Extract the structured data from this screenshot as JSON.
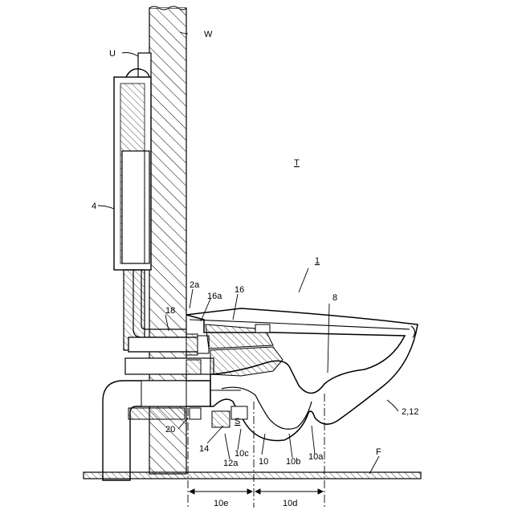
{
  "labels": {
    "U": "U",
    "W": "W",
    "T": "T",
    "four": "4",
    "one": "1",
    "two_a": "2a",
    "sixteen_a": "16a",
    "sixteen": "16",
    "eight": "8",
    "eighteen": "18",
    "two_twelve": "2,12",
    "S": "S",
    "twenty": "20",
    "fourteen": "14",
    "ten_c": "10c",
    "twelve_a": "12a",
    "ten": "10",
    "ten_b": "10b",
    "ten_a": "10a",
    "F": "F",
    "ten_e": "10e",
    "ten_d": "10d"
  }
}
